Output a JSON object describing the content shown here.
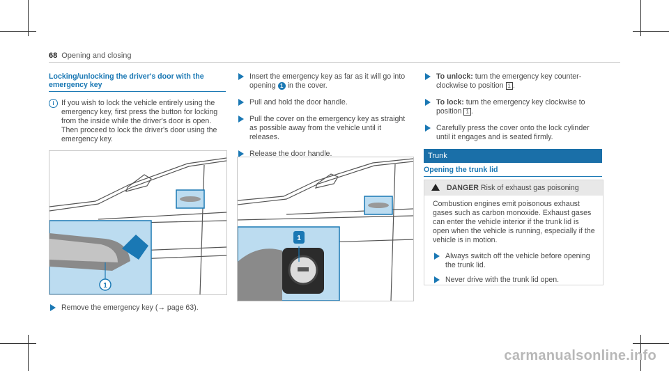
{
  "header": {
    "page_number": "68",
    "chapter": "Opening and closing"
  },
  "left": {
    "title": "Locking/unlocking the driver's door with the emergency key",
    "note": "If you wish to lock the vehicle entirely using the emergency key, first press the button for locking from the inside while the driver's door is open. Then proceed to lock the driver's door using the emergency key.",
    "callout": "1",
    "step": "Remove the emergency key (→ page 63)."
  },
  "middle": {
    "steps": [
      {
        "pre": "Insert the emergency key as far as it will go into opening",
        "callout": "1",
        "post": "in the cover."
      },
      {
        "text": "Pull and hold the door handle."
      },
      {
        "text": "Pull the cover on the emergency key as straight as possible away from the vehicle until it releases."
      },
      {
        "text": "Release the door handle."
      }
    ],
    "callout": "1"
  },
  "right": {
    "steps": [
      {
        "label": "To unlock:",
        "text": "turn the emergency key counter-clockwise to position",
        "key": "1"
      },
      {
        "label": "To lock:",
        "text": "turn the emergency key clockwise to position",
        "key": "1"
      },
      {
        "text": "Carefully press the cover onto the lock cylinder until it engages and is seated firmly."
      }
    ],
    "trunk_title": "Trunk",
    "trunk_subtitle": "Opening the trunk lid",
    "danger": {
      "label": "DANGER",
      "heading": "Risk of exhaust gas poisoning",
      "body": "Combustion engines emit poisonous exhaust gases such as carbon monoxide. Exhaust gases can enter the vehicle interior if the trunk lid is open when the vehicle is running, especially if the vehicle is in motion.",
      "steps": [
        "Always switch off the vehicle before opening the trunk lid.",
        "Never drive with the trunk lid open."
      ]
    }
  },
  "watermark": "carmanualsonline.info",
  "colors": {
    "accent": "#1a78b4",
    "trunk_bar": "#1a6fa8",
    "inset_bg": "#bcdcf0"
  }
}
